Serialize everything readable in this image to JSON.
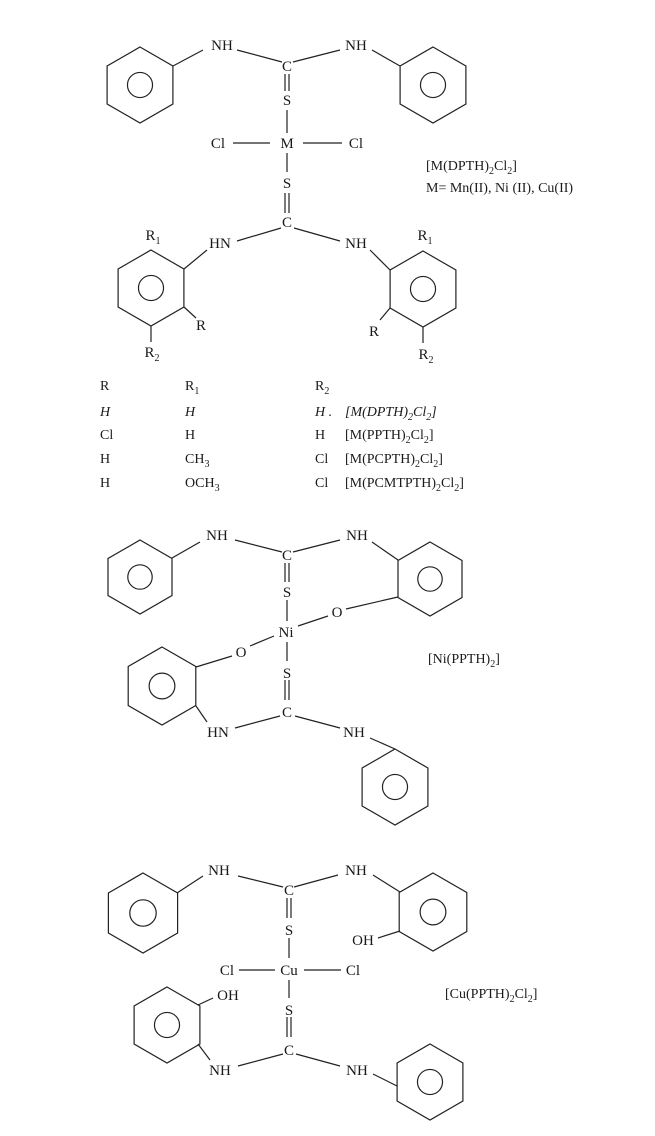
{
  "structure1": {
    "atoms": {
      "nh_tl": "NH",
      "nh_tr": "NH",
      "c_top": "C",
      "s_top": "S",
      "metal": "M",
      "cl_left": "Cl",
      "cl_right": "Cl",
      "s_bottom": "S",
      "c_bottom": "C",
      "hn_bl": "HN",
      "nh_br": "NH"
    },
    "substituents": {
      "r": "R",
      "r1": [
        "R",
        "1"
      ],
      "r2": [
        "R",
        "2"
      ]
    },
    "formula": [
      "[M(DPTH)",
      "2",
      "Cl",
      "2",
      "]"
    ],
    "metal_note": "M= Mn(II), Ni (II), Cu(II)"
  },
  "table": {
    "headers": {
      "r": "R",
      "r1": [
        "R",
        "1"
      ],
      "r2": [
        "R",
        "2"
      ]
    },
    "rows": [
      {
        "r": "H",
        "r1": [
          "H",
          ""
        ],
        "r2": "H .",
        "compound": [
          "[M(DPTH)",
          "2",
          "Cl",
          "2",
          "]"
        ]
      },
      {
        "r": "Cl",
        "r1": [
          "H",
          ""
        ],
        "r2": "H",
        "compound": [
          "[M(PPTH)",
          "2",
          "Cl",
          "2",
          "]"
        ]
      },
      {
        "r": "H",
        "r1": [
          "CH",
          "3"
        ],
        "r2": "Cl",
        "compound": [
          "[M(PCPTH)",
          "2",
          "Cl",
          "2",
          "]"
        ]
      },
      {
        "r": "H",
        "r1": [
          "OCH",
          "3"
        ],
        "r2": "Cl",
        "compound": [
          "[M(PCMTPTH)",
          "2",
          "Cl",
          "2",
          "]"
        ]
      }
    ]
  },
  "structure2": {
    "atoms": {
      "nh_tl": "NH",
      "nh_tr": "NH",
      "c_top": "C",
      "s_top": "S",
      "metal": "Ni",
      "o_right": "O",
      "o_left": "O",
      "s_bottom": "S",
      "c_bottom": "C",
      "hn_bl": "HN",
      "nh_br": "NH"
    },
    "formula": [
      "[Ni(PPTH)",
      "2",
      "]"
    ]
  },
  "structure3": {
    "atoms": {
      "nh_tl": "NH",
      "nh_tr": "NH",
      "c_top": "C",
      "s_top": "S",
      "oh_top": "OH",
      "metal": "Cu",
      "cl_left": "Cl",
      "cl_right": "Cl",
      "oh_bottom": "OH",
      "s_bottom": "S",
      "c_bottom": "C",
      "nh_bl": "NH",
      "nh_br": "NH"
    },
    "formula": [
      "[Cu(PPTH)",
      "2",
      "Cl",
      "2",
      "]"
    ]
  }
}
